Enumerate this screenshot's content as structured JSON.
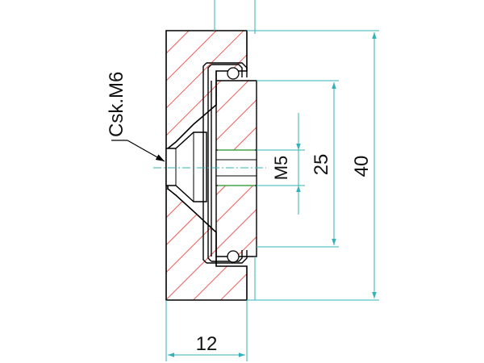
{
  "drawing": {
    "labels": {
      "csk": "Csk.M6",
      "m5": "M5",
      "dim_25": "25",
      "dim_40": "40",
      "dim_12": "12"
    },
    "colors": {
      "background": "#ffffff",
      "outline": "#000000",
      "hatch": "#e8332a",
      "dimension": "#33b3b8",
      "thread": "#3cb043",
      "text": "#111111"
    }
  }
}
